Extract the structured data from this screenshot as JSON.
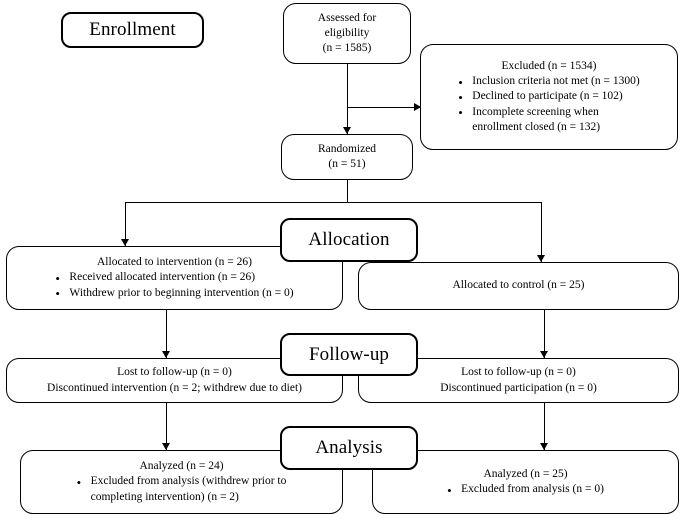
{
  "diagram": {
    "title": "CONSORT participant flow diagram",
    "type": "flowchart",
    "line_color": "#000000",
    "background_color": "#ffffff"
  },
  "stages": {
    "enrollment": "Enrollment",
    "allocation": "Allocation",
    "followup": "Follow-up",
    "analysis": "Analysis"
  },
  "assessed": {
    "l1": "Assessed for",
    "l2": "eligibility",
    "l3": "(n = 1585)"
  },
  "excluded": {
    "heading": "Excluded (n = 1534)",
    "items": [
      {
        "text": "Inclusion criteria not met (n = 1300)",
        "cont": ""
      },
      {
        "text": "Declined to participate (n = 102)",
        "cont": ""
      },
      {
        "text": "Incomplete screening when",
        "cont": "enrollment closed (n = 132)"
      }
    ]
  },
  "randomized": {
    "l1": "Randomized",
    "l2": "(n = 51)"
  },
  "allocation_intervention": {
    "heading": "Allocated to intervention (n = 26)",
    "items": [
      {
        "text": "Received allocated intervention (n = 26)",
        "cont": ""
      },
      {
        "text": "Withdrew prior to beginning intervention (n = 0)",
        "cont": ""
      }
    ]
  },
  "allocation_control": {
    "heading": "Allocated to control (n = 25)"
  },
  "followup_intervention": {
    "l1": "Lost to follow-up (n = 0)",
    "l2": "Discontinued intervention (n = 2; withdrew due to diet)"
  },
  "followup_control": {
    "l1": "Lost to follow-up (n = 0)",
    "l2": "Discontinued participation (n = 0)"
  },
  "analysis_intervention": {
    "heading": "Analyzed (n = 24)",
    "items": [
      {
        "text": "Excluded from analysis (withdrew prior to",
        "cont": "completing intervention) (n = 2)"
      }
    ]
  },
  "analysis_control": {
    "heading": "Analyzed (n = 25)",
    "items": [
      {
        "text": "Excluded from analysis (n = 0)",
        "cont": ""
      }
    ]
  },
  "chart_data": {
    "type": "flowchart",
    "title": "CONSORT participant flow diagram",
    "nodes": [
      {
        "id": "enrollment-stage",
        "label": "Enrollment",
        "kind": "stage"
      },
      {
        "id": "assessed",
        "label": "Assessed for eligibility (n = 1585)",
        "n": 1585
      },
      {
        "id": "excluded",
        "label": "Excluded (n = 1534)",
        "n": 1534
      },
      {
        "id": "excluded-1",
        "label": "Inclusion criteria not met (n = 1300)",
        "n": 1300
      },
      {
        "id": "excluded-2",
        "label": "Declined to participate (n = 102)",
        "n": 102
      },
      {
        "id": "excluded-3",
        "label": "Incomplete screening when enrollment closed (n = 132)",
        "n": 132
      },
      {
        "id": "randomized",
        "label": "Randomized (n = 51)",
        "n": 51
      },
      {
        "id": "allocation-stage",
        "label": "Allocation",
        "kind": "stage"
      },
      {
        "id": "alloc-int",
        "label": "Allocated to intervention (n = 26)",
        "n": 26
      },
      {
        "id": "alloc-int-received",
        "label": "Received allocated intervention (n = 26)",
        "n": 26
      },
      {
        "id": "alloc-int-withdrew",
        "label": "Withdrew prior to beginning intervention (n = 0)",
        "n": 0
      },
      {
        "id": "alloc-ctl",
        "label": "Allocated to control (n = 25)",
        "n": 25
      },
      {
        "id": "followup-stage",
        "label": "Follow-up",
        "kind": "stage"
      },
      {
        "id": "fu-int-lost",
        "label": "Lost to follow-up (n = 0)",
        "n": 0
      },
      {
        "id": "fu-int-disc",
        "label": "Discontinued intervention (n = 2; withdrew due to diet)",
        "n": 2
      },
      {
        "id": "fu-ctl-lost",
        "label": "Lost to follow-up (n = 0)",
        "n": 0
      },
      {
        "id": "fu-ctl-disc",
        "label": "Discontinued participation (n = 0)",
        "n": 0
      },
      {
        "id": "analysis-stage",
        "label": "Analysis",
        "kind": "stage"
      },
      {
        "id": "an-int",
        "label": "Analyzed (n = 24)",
        "n": 24
      },
      {
        "id": "an-int-excl",
        "label": "Excluded from analysis (withdrew prior to completing intervention) (n = 2)",
        "n": 2
      },
      {
        "id": "an-ctl",
        "label": "Analyzed (n = 25)",
        "n": 25
      },
      {
        "id": "an-ctl-excl",
        "label": "Excluded from analysis (n = 0)",
        "n": 0
      }
    ],
    "edges": [
      {
        "from": "assessed",
        "to": "excluded"
      },
      {
        "from": "assessed",
        "to": "randomized"
      },
      {
        "from": "randomized",
        "to": "alloc-int"
      },
      {
        "from": "randomized",
        "to": "alloc-ctl"
      },
      {
        "from": "alloc-int",
        "to": "fu-int-lost"
      },
      {
        "from": "alloc-ctl",
        "to": "fu-ctl-lost"
      },
      {
        "from": "fu-int-lost",
        "to": "an-int"
      },
      {
        "from": "fu-ctl-lost",
        "to": "an-ctl"
      }
    ]
  }
}
